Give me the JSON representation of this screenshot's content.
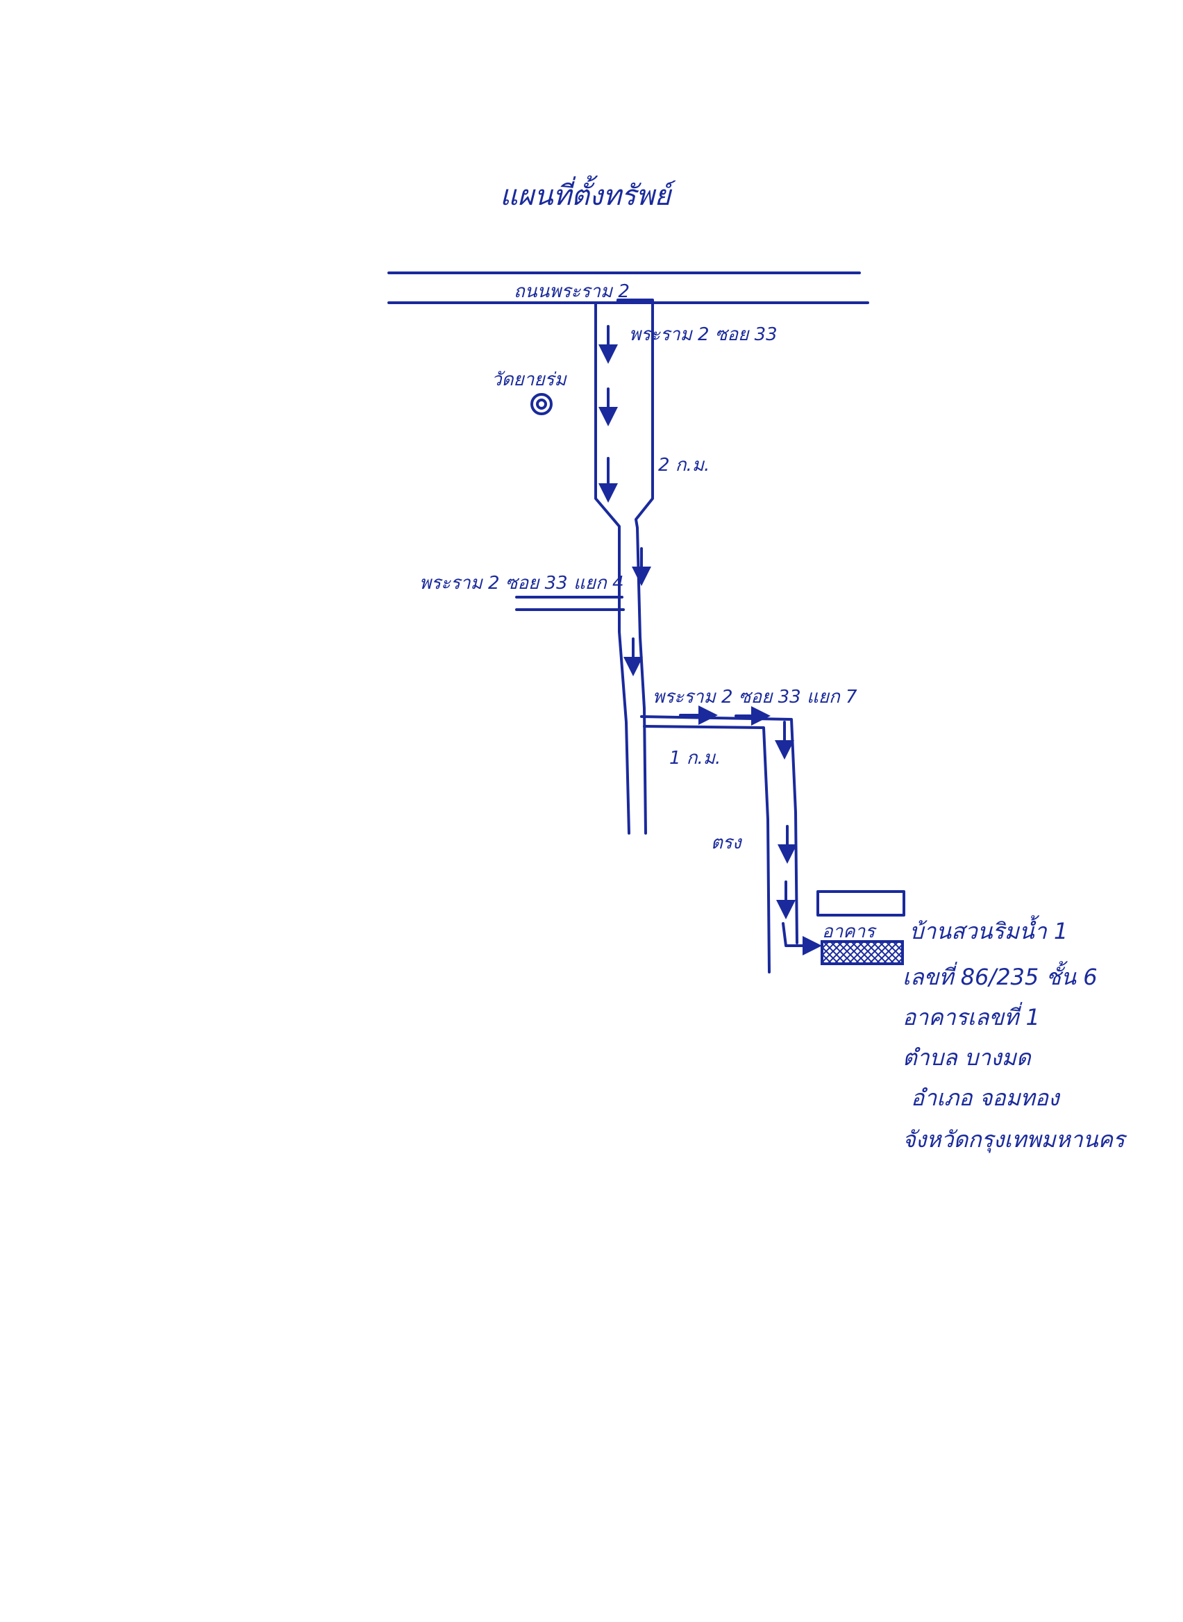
{
  "map": {
    "title": "แผนที่ตั้งทรัพย์",
    "roads": {
      "main": "ถนนพระราม 2",
      "soi33": "พระราม 2 ซอย 33",
      "soi33_yaek4": "พระราม 2 ซอย 33 แยก 4",
      "soi33_yaek7": "พระราม 2 ซอย 33 แยก 7"
    },
    "distances": {
      "first": "2 ก.ม.",
      "second": "1 ก.ม.",
      "third": "ตรง"
    },
    "landmark": "วัดยายร่ม",
    "property_tag": "อาคาร",
    "address_lines": [
      "บ้านสวนริมน้ำ 1",
      "เลขที่ 86/235 ชั้น 6",
      "อาคารเลขที่ 1",
      "ตำบล บางมด",
      "อำเภอ จอมทอง",
      "จังหวัดกรุงเทพมหานคร"
    ],
    "colors": {
      "ink": "#1a2a9c",
      "paper": "#ffffff"
    }
  }
}
